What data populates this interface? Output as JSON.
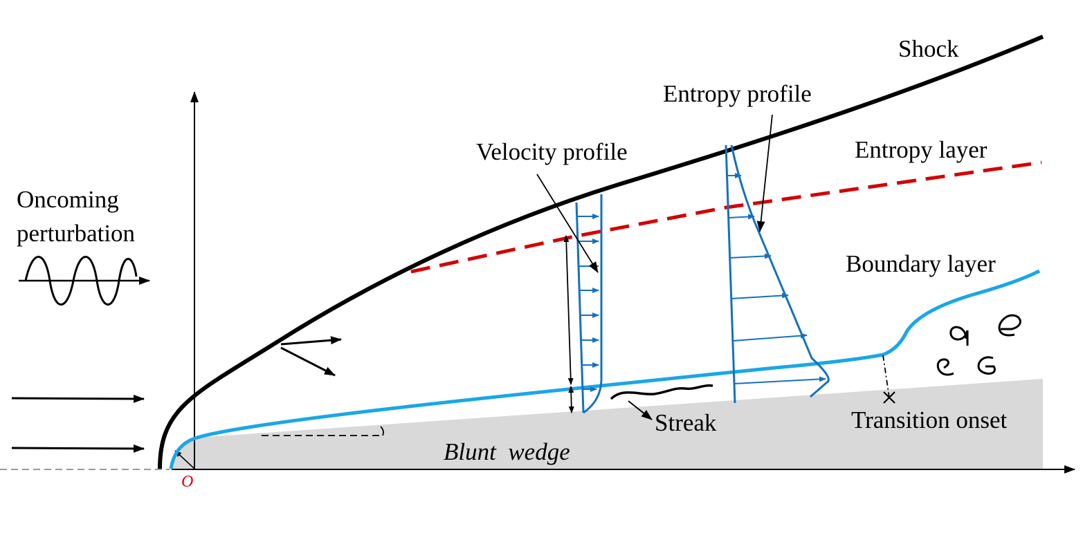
{
  "labels": {
    "shock": "Shock",
    "entropy_profile": "Entropy profile",
    "entropy_layer": "Entropy layer",
    "velocity_profile": "Velocity profile",
    "boundary_layer": "Boundary layer",
    "oncoming_line1": "Oncoming",
    "oncoming_line2": "perturbation",
    "streak": "Streak",
    "transition_onset": "Transition onset",
    "blunt_wedge": "Blunt  wedge",
    "origin": "O"
  },
  "colors": {
    "shock": "#000000",
    "entropy_layer": "#d40000",
    "boundary_layer": "#1aa7e6",
    "profiles": "#1570c0",
    "wedge_fill": "#d9d9d9",
    "origin": "#e00000"
  }
}
